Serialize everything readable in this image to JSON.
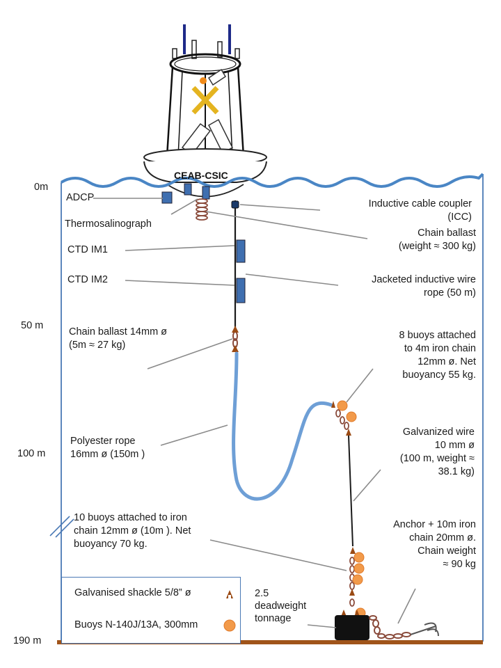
{
  "buoy": {
    "name": "CEAB-CSIC"
  },
  "depths": {
    "d0": "0m",
    "d50": "50 m",
    "d100": "100 m",
    "d190": "190 m"
  },
  "labels": {
    "adcp": "ADCP",
    "thermosalinograph": "Thermosalinograph",
    "ctd1": "CTD IM1",
    "ctd2": "CTD IM2",
    "icc_line1": "Inductive cable coupler",
    "icc_line2": "(ICC)",
    "chain_ballast_line1": "Chain ballast",
    "chain_ballast_line2": "(weight ≈ 300 kg)",
    "jacketed_line1": "Jacketed inductive wire",
    "jacketed_line2": "rope (50 m)",
    "chain14_line1": "Chain ballast 14mm ø",
    "chain14_line2": "(5m ≈ 27 kg)",
    "buoys8_line1": "8 buoys attached",
    "buoys8_line2": "to 4m iron chain",
    "buoys8_line3": "12mm ø. Net",
    "buoys8_line4": "buoyancy 55 kg.",
    "polyester_line1": "Polyester rope",
    "polyester_line2": "16mm ø (150m )",
    "galv_line1": "Galvanized wire",
    "galv_line2": "10 mm ø",
    "galv_line3": "(100 m, weight ≈",
    "galv_line4": "38.1 kg)",
    "buoys10_line1": "10 buoys attached to iron",
    "buoys10_line2": "chain 12mm ø (10m ). Net",
    "buoys10_line3": "buoyancy  70 kg.",
    "anchor_line1": "Anchor + 10m iron",
    "anchor_line2": "chain  20mm ø.",
    "anchor_line3": "Chain  weight",
    "anchor_line4": "≈ 90 kg",
    "deadweight_line1": "2.5",
    "deadweight_line2": "deadweight",
    "deadweight_line3": "tonnage"
  },
  "legend": {
    "shackle": "Galvanised shackle 5/8” ø",
    "buoys": "Buoys N-140J/13A, 300mm"
  },
  "colors": {
    "sea_line": "#4a86c5",
    "frame": "#4a79b5",
    "instrument": "#3f6fb0",
    "rope": "#6e9fd6",
    "shackle": "#9a4a14",
    "buoy": "#f29a4a",
    "chain": "#8a4a3a",
    "seabed": "#a0541a",
    "anchor": "#111111"
  }
}
